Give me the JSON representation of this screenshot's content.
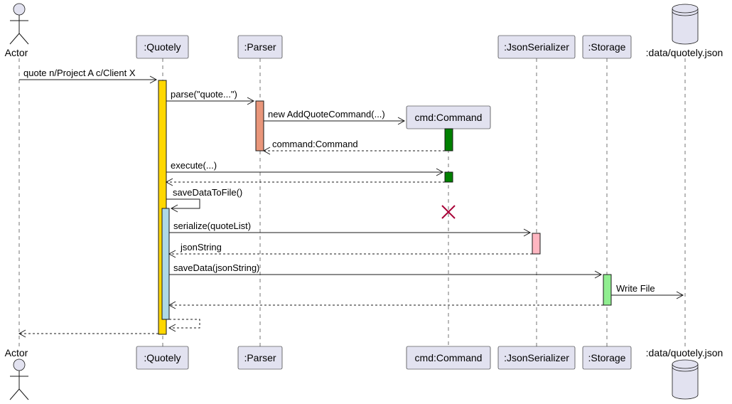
{
  "participants": {
    "actor": "Actor",
    "quotely": ":Quotely",
    "parser": ":Parser",
    "command": "cmd:Command",
    "serializer": ":JsonSerializer",
    "storage": ":Storage",
    "file": ":data/quotely.json"
  },
  "messages": {
    "m1": "quote n/Project A c/Client X",
    "m2": "parse(\"quote...\")",
    "m3": "new AddQuoteCommand(...)",
    "m4": "command:Command",
    "m5": "execute(...)",
    "m6": "saveDataToFile()",
    "m7": "serialize(quoteList)",
    "m8": "jsonString",
    "m9": "saveData(jsonString)",
    "m10": "Write File"
  },
  "colors": {
    "participant_fill": "#E2E2F0",
    "quotely_activation": "#FFD700",
    "parser_activation": "#E9967A",
    "command_activation": "#008000",
    "save_activation": "#ADD8E6",
    "serializer_activation": "#FFB6C1",
    "storage_activation": "#90EE90",
    "destroy_mark": "#A80036"
  }
}
